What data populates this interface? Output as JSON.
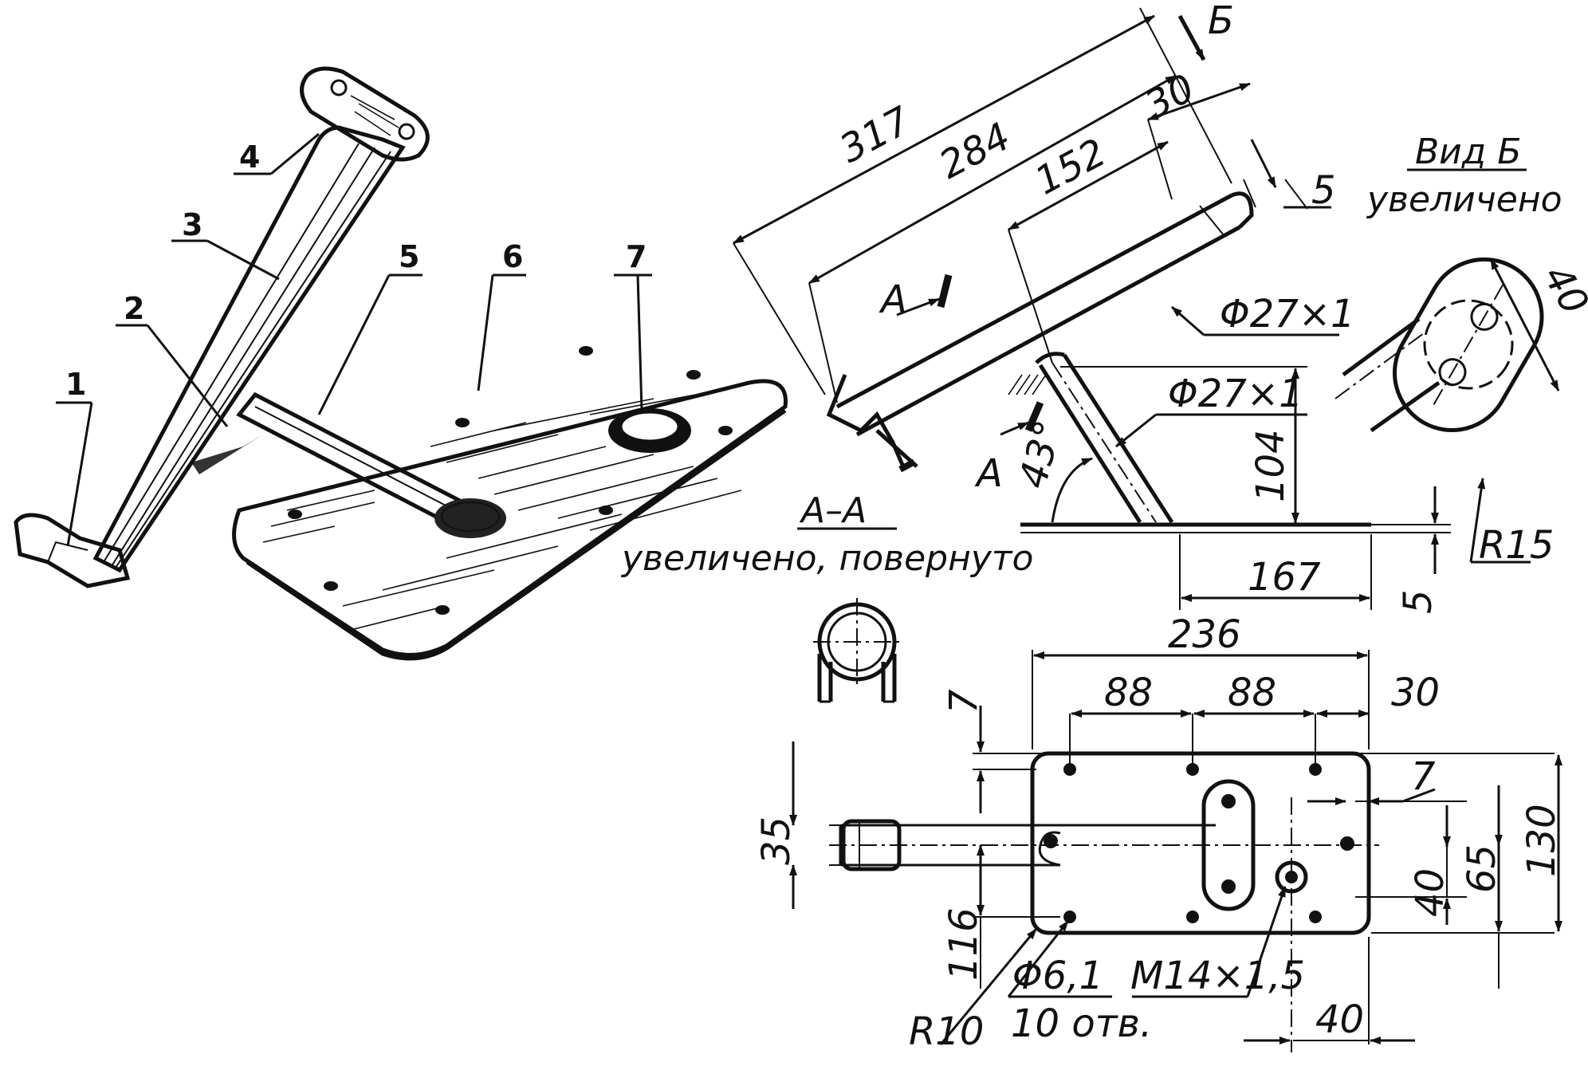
{
  "parts": {
    "p1": "1",
    "p2": "2",
    "p3": "3",
    "p4": "4",
    "p5": "5",
    "p6": "6",
    "p7": "7"
  },
  "side_view": {
    "d317": "317",
    "d284": "284",
    "d152": "152",
    "d30": "30",
    "d5_top": "5",
    "label_b": "Б",
    "tube_dia": "Φ27×1",
    "strut_dia": "Φ27×1",
    "height": "104",
    "angle": "43°",
    "d167": "167",
    "d5_plate": "5",
    "cut_a1": "А",
    "cut_a2": "А"
  },
  "view_b": {
    "title": "Вид Б",
    "subtitle": "увеличено",
    "d40": "40",
    "r15": "R15"
  },
  "section_aa": {
    "title": "А–А",
    "subtitle": "увеличено, повернуто"
  },
  "plan_view": {
    "d236": "236",
    "d88a": "88",
    "d88b": "88",
    "d30": "30",
    "d7_top": "7",
    "d7_right": "7",
    "d35": "35",
    "d116": "116",
    "d40_v": "40",
    "d65": "65",
    "d130": "130",
    "d40_h": "40",
    "r10": "R10",
    "hole": "Φ6,1",
    "hole_count": "10 отв.",
    "thread": "M14×1,5"
  },
  "icons": [
    "arrow-icon"
  ]
}
